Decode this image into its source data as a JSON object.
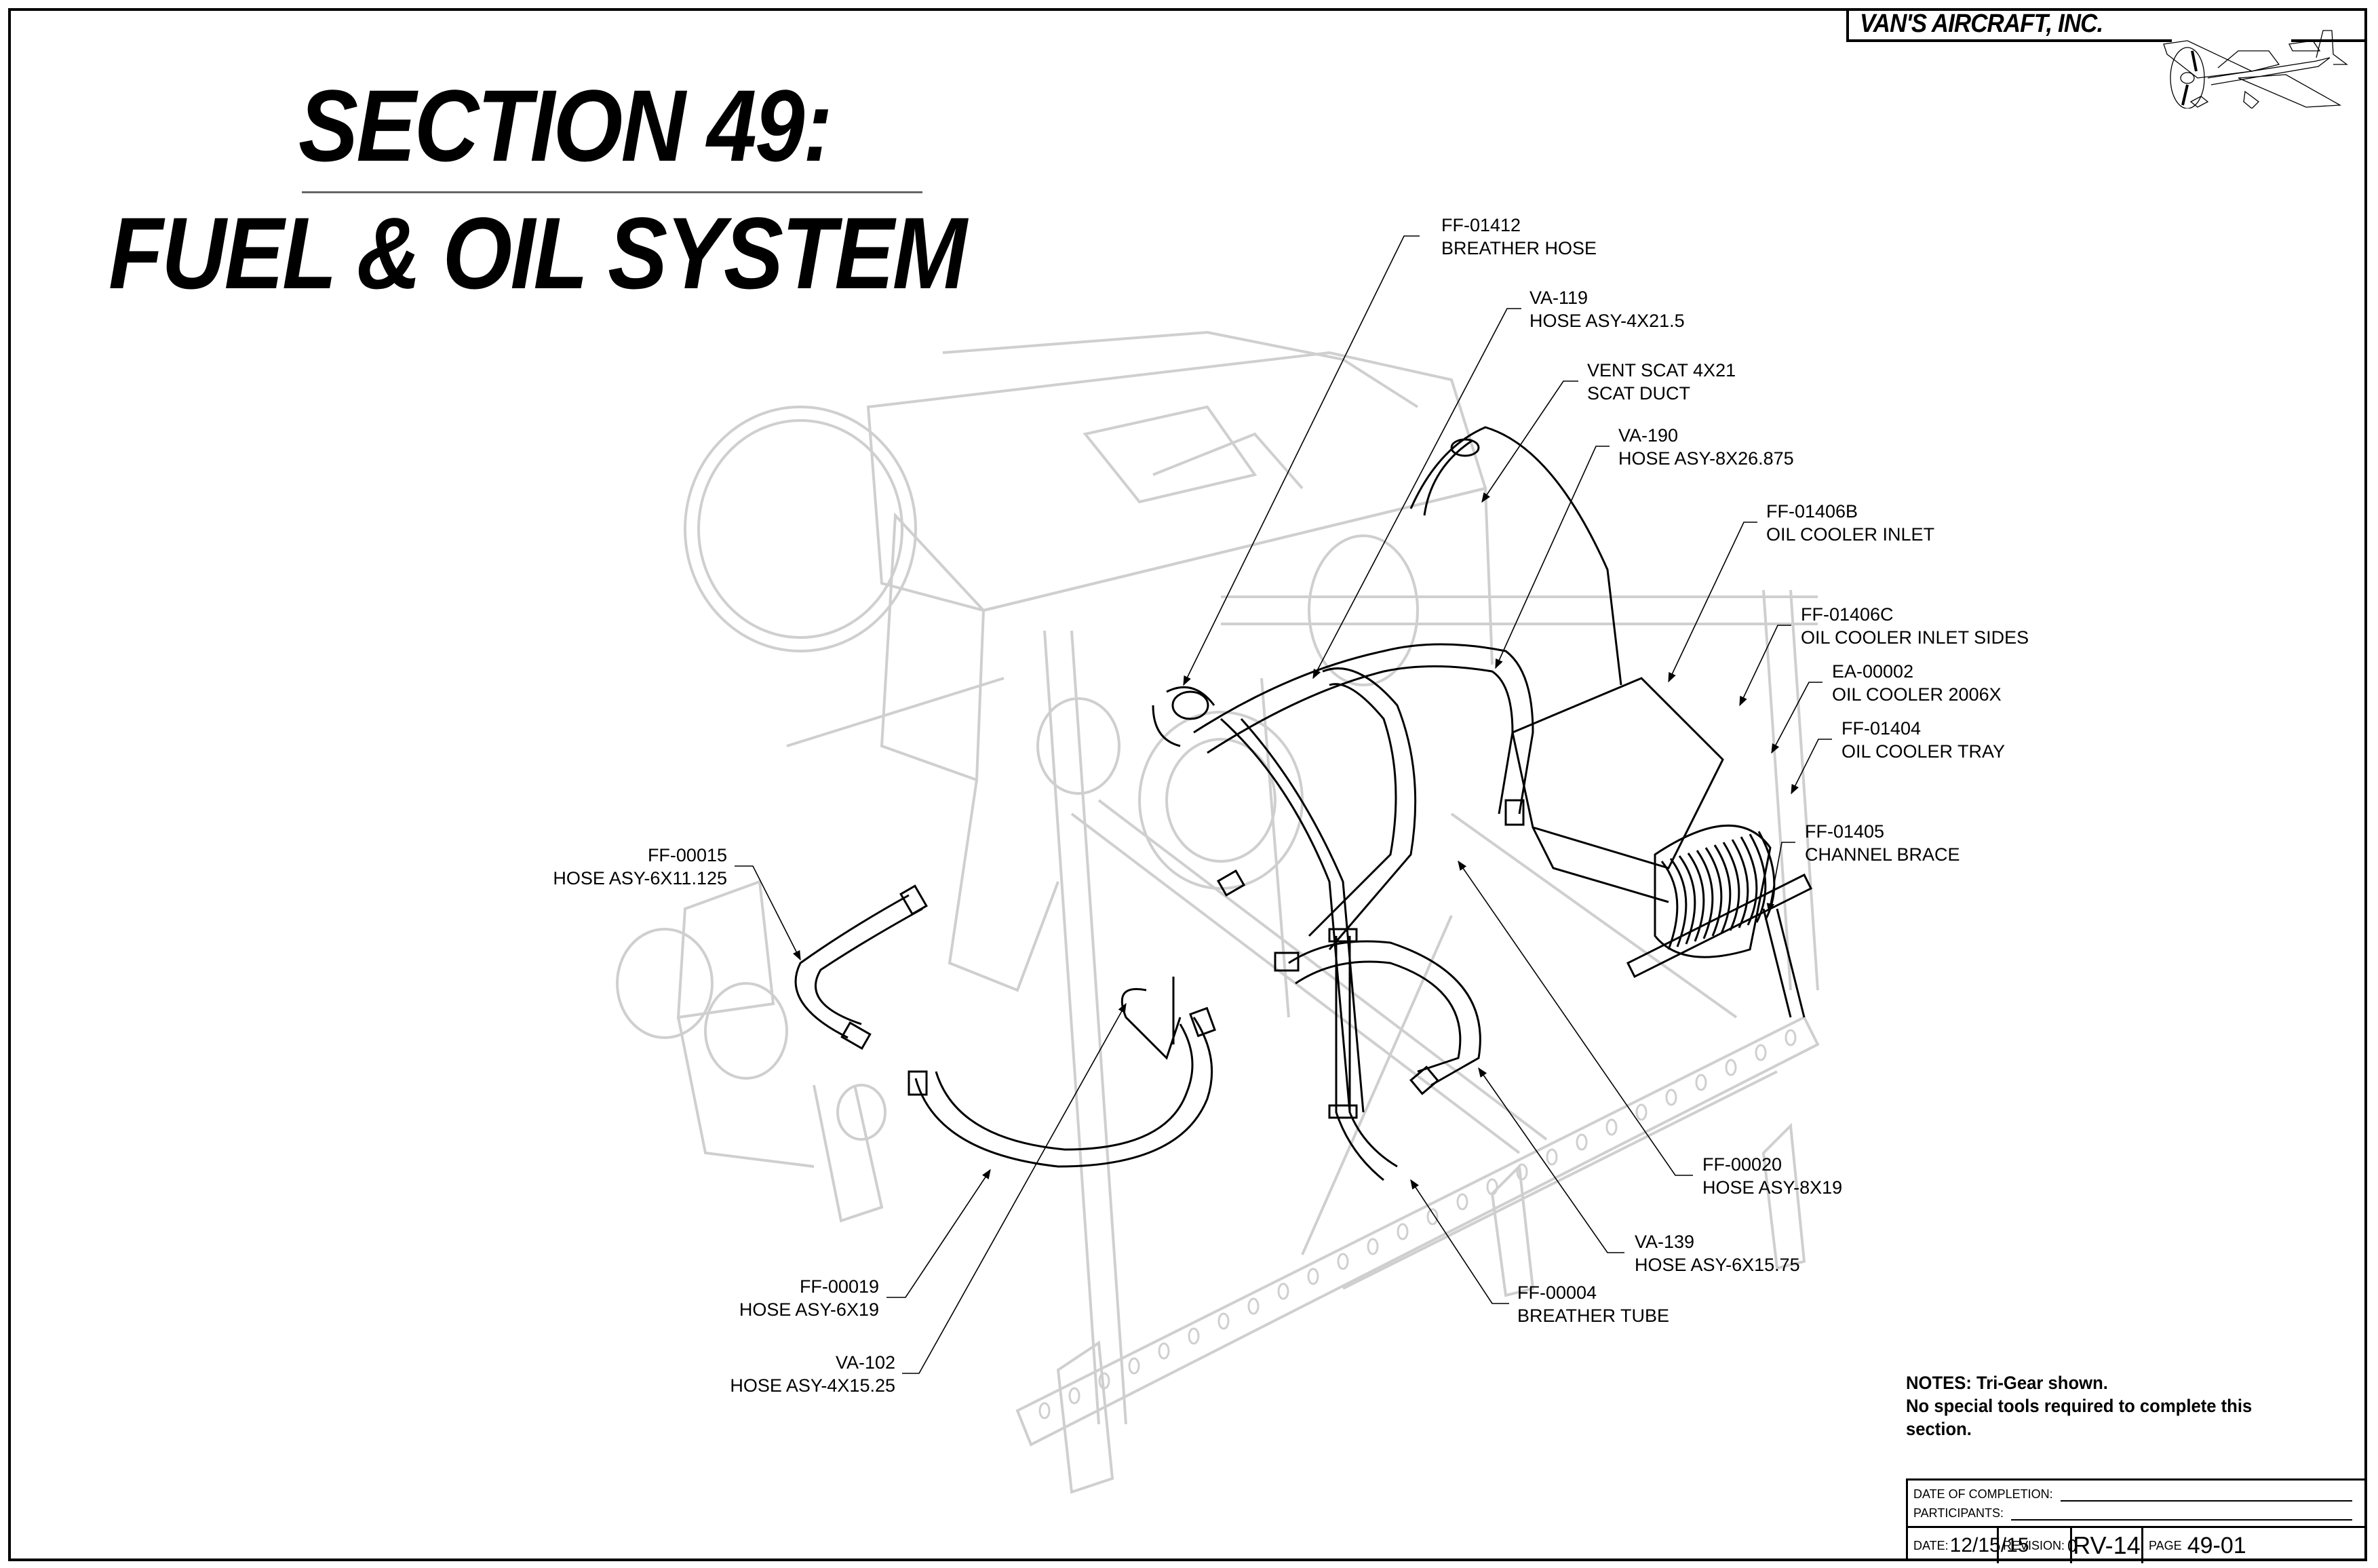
{
  "header": {
    "brand": "VAN'S AIRCRAFT, INC.",
    "section_title_line1": "SECTION 49:",
    "section_title_line2": "FUEL & OIL SYSTEM"
  },
  "callouts": [
    {
      "id": "ff-01412",
      "part": "FF-01412",
      "desc": "BREATHER HOSE"
    },
    {
      "id": "va-119",
      "part": "VA-119",
      "desc": "HOSE ASY-4X21.5"
    },
    {
      "id": "vent-scat",
      "part": "VENT SCAT 4X21",
      "desc": "SCAT DUCT"
    },
    {
      "id": "va-190",
      "part": "VA-190",
      "desc": "HOSE ASY-8X26.875"
    },
    {
      "id": "ff-01406b",
      "part": "FF-01406B",
      "desc": "OIL COOLER INLET"
    },
    {
      "id": "ff-01406c",
      "part": "FF-01406C",
      "desc": "OIL COOLER INLET SIDES"
    },
    {
      "id": "ea-00002",
      "part": "EA-00002",
      "desc": "OIL COOLER 2006X"
    },
    {
      "id": "ff-01404",
      "part": "FF-01404",
      "desc": "OIL COOLER TRAY"
    },
    {
      "id": "ff-01405",
      "part": "FF-01405",
      "desc": "CHANNEL BRACE"
    },
    {
      "id": "ff-00015",
      "part": "FF-00015",
      "desc": "HOSE ASY-6X11.125"
    },
    {
      "id": "ff-00020",
      "part": "FF-00020",
      "desc": "HOSE ASY-8X19"
    },
    {
      "id": "va-139",
      "part": "VA-139",
      "desc": "HOSE ASY-6X15.75"
    },
    {
      "id": "ff-00004",
      "part": "FF-00004",
      "desc": "BREATHER TUBE"
    },
    {
      "id": "ff-00019",
      "part": "FF-00019",
      "desc": "HOSE ASY-6X19"
    },
    {
      "id": "va-102",
      "part": "VA-102",
      "desc": "HOSE ASY-4X15.25"
    }
  ],
  "notes": {
    "line1": "NOTES: Tri-Gear shown.",
    "line2": "No special tools required to complete this",
    "line3": "section."
  },
  "title_block": {
    "date_of_completion_label": "DATE OF COMPLETION:",
    "participants_label": "PARTICIPANTS:",
    "date_label": "DATE:",
    "date_value": "12/15/15",
    "revision_label": "REVISION:",
    "revision_value": "0",
    "model": "RV-14",
    "page_label": "PAGE",
    "page_value": "49-01"
  },
  "icons": {
    "logo": "airplane-icon"
  }
}
